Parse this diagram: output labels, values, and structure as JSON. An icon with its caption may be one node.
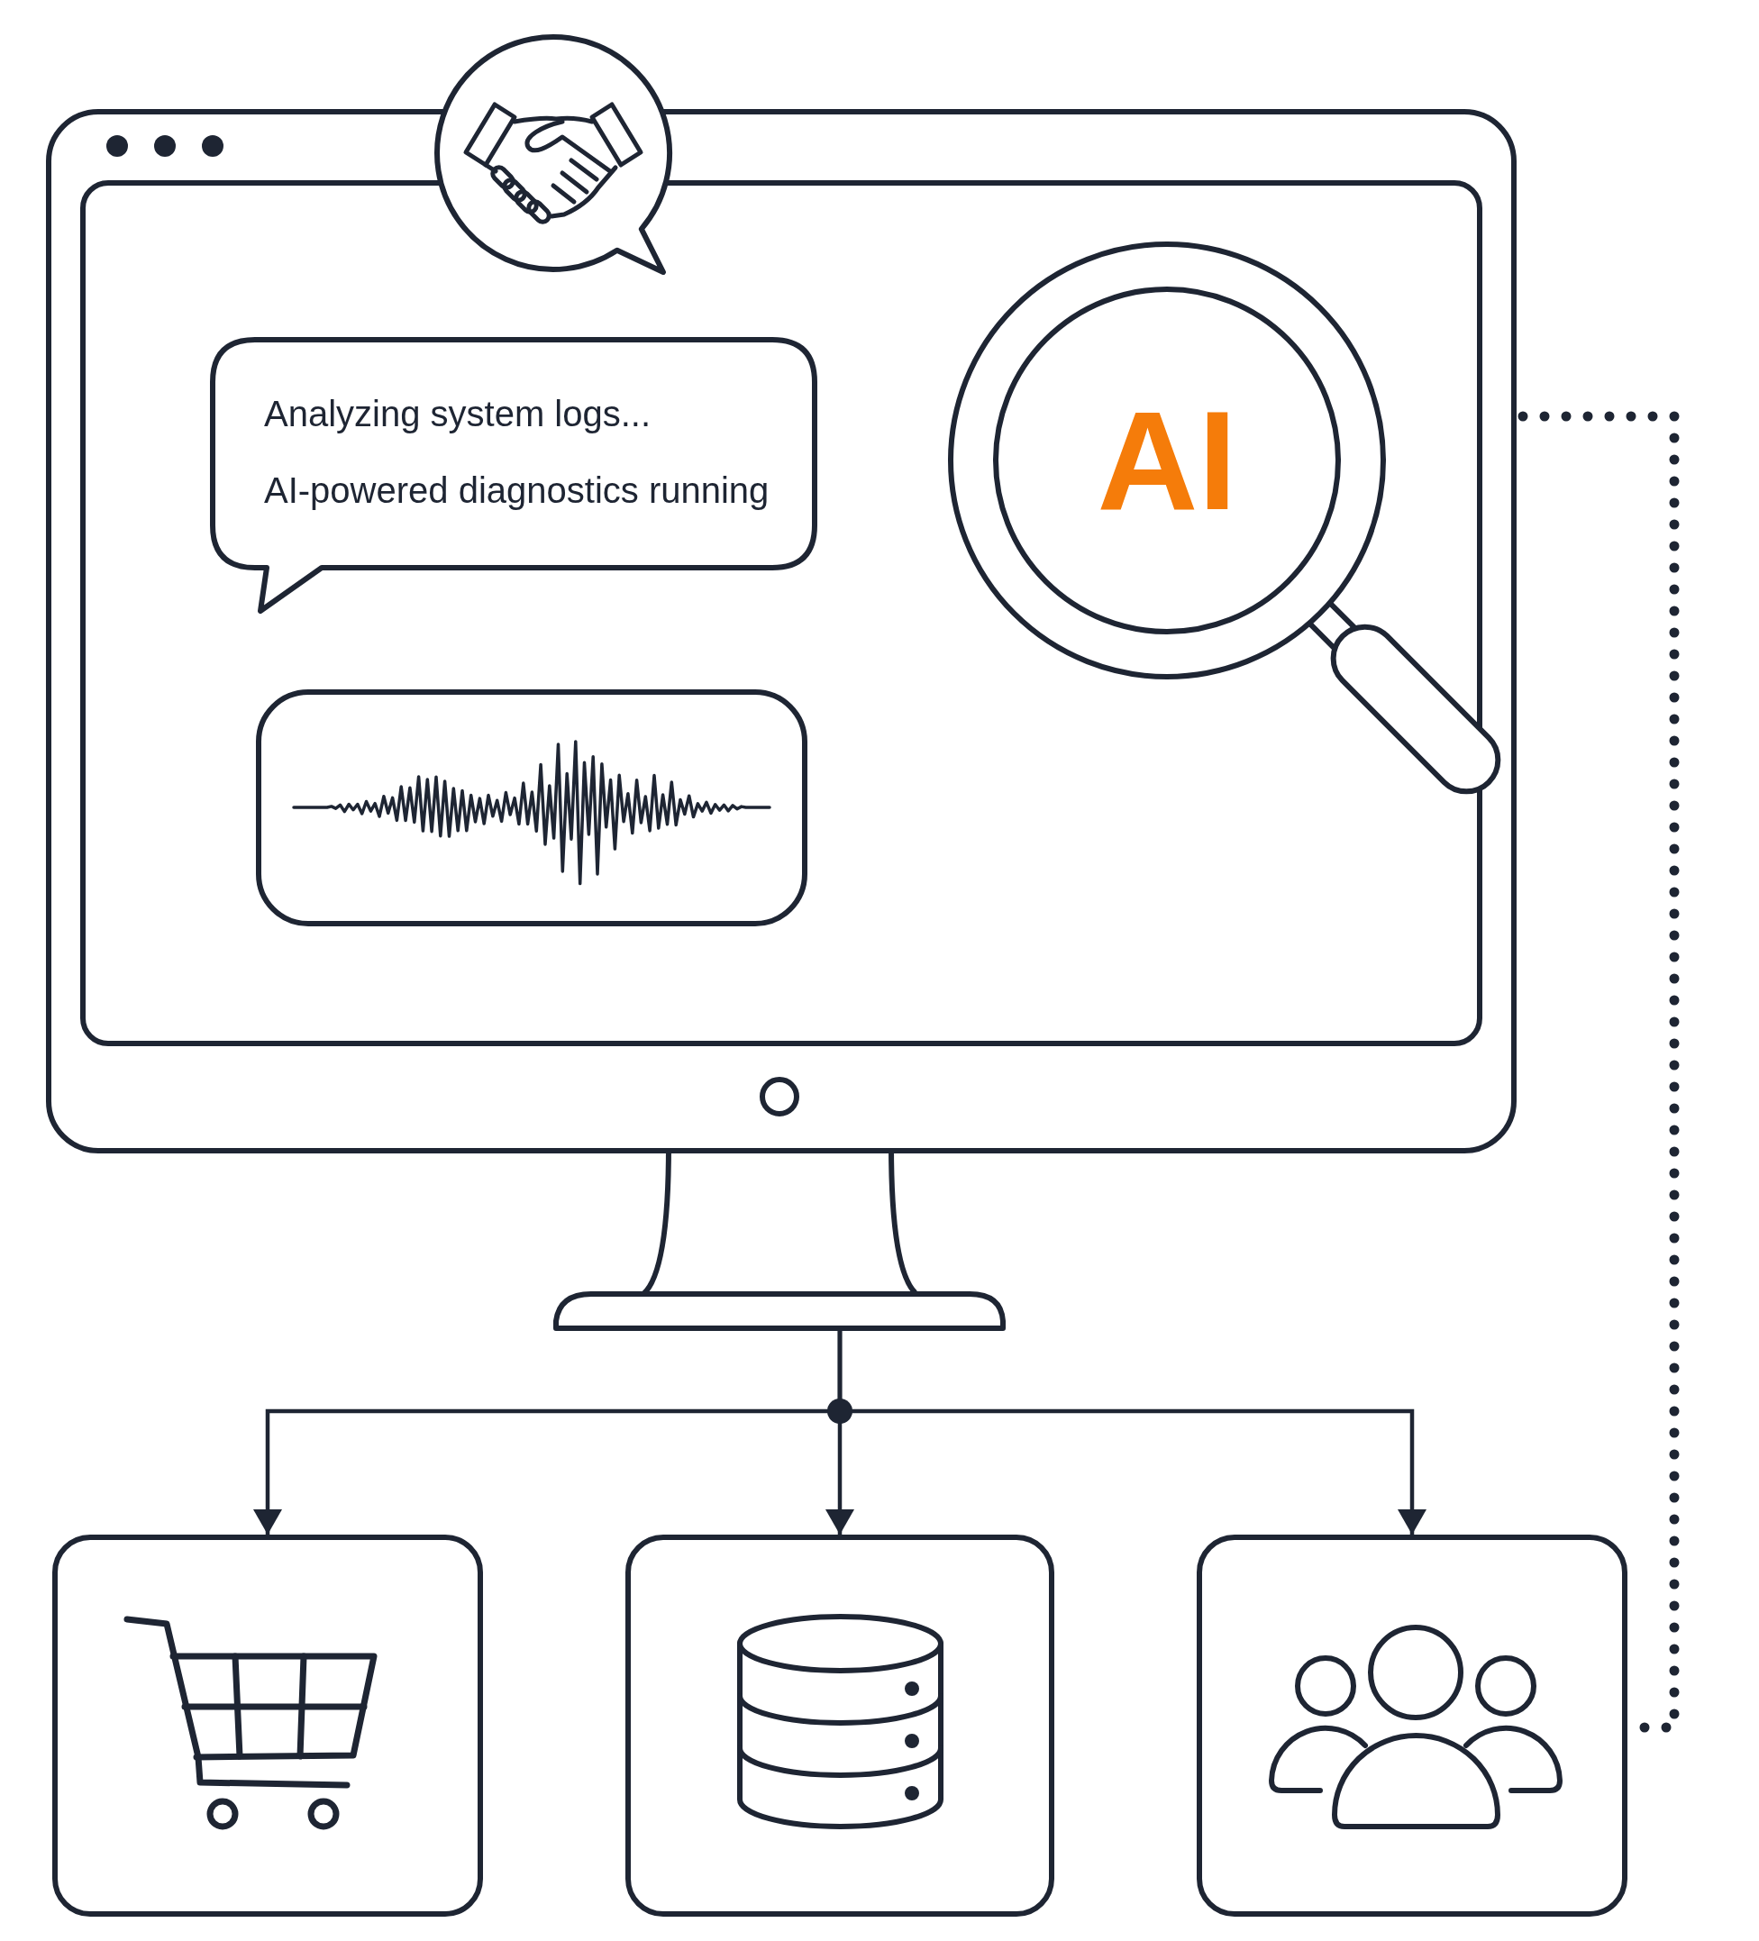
{
  "diagram": {
    "nodes": [
      {
        "text": [],
        "shape": "picture"
      },
      {
        "text": [
          "Analyzing system logs...",
          "AI-powered diagnostics running"
        ],
        "in": 0
      },
      {
        "text": [
          "AI"
        ],
        "in": 0
      },
      {
        "text": [],
        "shape": "box",
        "in": 0
      },
      {
        "text": [],
        "shape": "box"
      },
      {
        "text": [],
        "shape": "box"
      },
      {
        "text": [],
        "shape": "box"
      }
    ],
    "edges": [
      {
        "from": 0,
        "to": 4,
        "arrow": "to"
      },
      {
        "from": 0,
        "to": 5,
        "arrow": "to"
      },
      {
        "from": 0,
        "to": 6,
        "arrow": "to"
      },
      {
        "from": 0,
        "to": 6,
        "arrow": "none",
        "style": "dashed"
      }
    ]
  }
}
